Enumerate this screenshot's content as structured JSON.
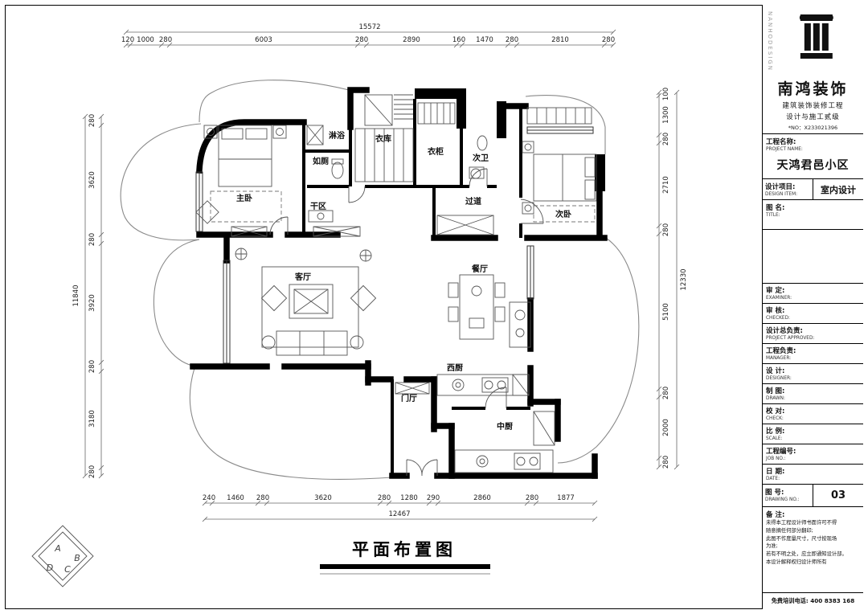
{
  "sheet": {
    "caption": "平面布置图"
  },
  "corner_logo": {
    "letters": [
      "A",
      "D",
      "C",
      "B"
    ]
  },
  "plan": {
    "rooms": [
      "主卧",
      "淋浴",
      "如厕",
      "衣库",
      "衣柜",
      "次卫",
      "次卧",
      "干区",
      "过道",
      "客厅",
      "餐厅",
      "西厨",
      "门厅",
      "中厨"
    ],
    "dims": {
      "top_total": "15572",
      "top": [
        "120",
        "1000",
        "280",
        "6003",
        "280",
        "2890",
        "160",
        "1470",
        "280",
        "2810",
        "280"
      ],
      "left_total": "11840",
      "left": [
        "280",
        "3620",
        "280",
        "3920",
        "280",
        "3180",
        "280"
      ],
      "right_total": "12330",
      "right": [
        "100",
        "1300",
        "280",
        "2710",
        "280",
        "5100",
        "280",
        "2000",
        "280"
      ],
      "bottom_total": "12467",
      "bottom": [
        "240",
        "1460",
        "280",
        "3620",
        "280",
        "1280",
        "290",
        "2860",
        "280",
        "1877"
      ]
    }
  },
  "title_block": {
    "brand": {
      "vertical_text": "NANHODESIGN",
      "name": "南鸿装饰",
      "line1": "建筑装饰装修工程",
      "line2": "设计与施工贰级",
      "no": "*NO：X233021396"
    },
    "project": {
      "label": "工程名称:",
      "sub": "PROJECT NAME:",
      "value": "天鸿君邑小区"
    },
    "design_item": {
      "label": "设计项目:",
      "sub": "DESIGN ITEM:",
      "value": "室内设计"
    },
    "drawing_title": {
      "label": "图  名:",
      "sub": "TITLE:"
    },
    "rows": [
      {
        "label": "审  定:",
        "sub": "EXAMINER:"
      },
      {
        "label": "审  核:",
        "sub": "CHECKED:"
      },
      {
        "label": "设计总负责:",
        "sub": "PROJECT APPROVED:"
      },
      {
        "label": "工程负责:",
        "sub": "MANAGER:"
      },
      {
        "label": "设  计:",
        "sub": "DESIGNER:"
      },
      {
        "label": "制  图:",
        "sub": "DRAWN:"
      },
      {
        "label": "校  对:",
        "sub": "CHECK:"
      },
      {
        "label": "比  例:",
        "sub": "SCALE:"
      },
      {
        "label": "工程编号:",
        "sub": "JOB NO.:"
      },
      {
        "label": "日  期:",
        "sub": "DATE:"
      }
    ],
    "drawing_no": {
      "label": "图  号:",
      "sub": "DRAWING NO.:",
      "value": "03"
    },
    "remark": {
      "label": "备  注:",
      "lines": [
        "未得本工程设计师书面许可不得",
        "随意摘任何部分翻印;",
        "此图不作度量尺寸，尺寸按现场",
        "为准;",
        "若有不明之处，应立即通知设计部。",
        "本设计解释权归设计师所有"
      ]
    },
    "hotline": "免费培训电话: 400 8383 168"
  }
}
